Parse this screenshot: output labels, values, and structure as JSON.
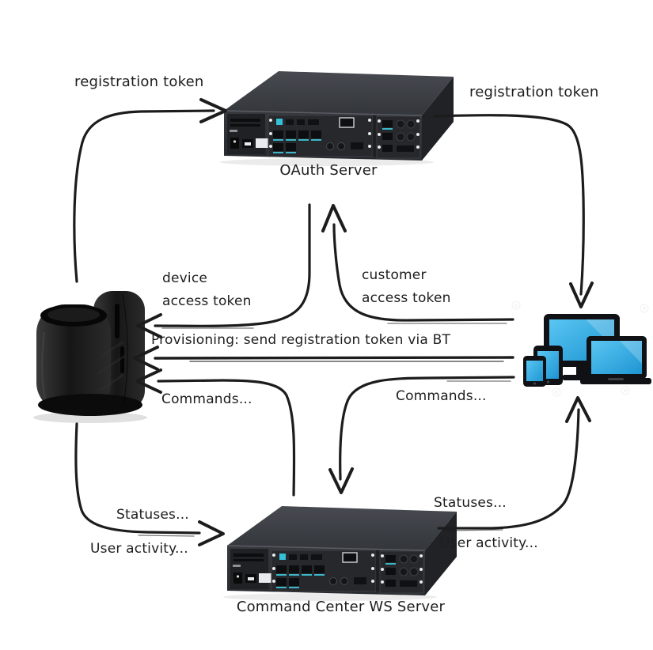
{
  "nodes": {
    "device": {
      "type": "handheld-device-dock"
    },
    "oauth_server": {
      "label": "OAuth Server",
      "type": "server"
    },
    "command_center": {
      "label": "Command Center WS Server",
      "type": "server"
    },
    "clients": {
      "type": "client-devices",
      "devices": [
        "desktop",
        "laptop",
        "tablet",
        "smartphone"
      ]
    }
  },
  "edges": {
    "device_to_oauth": {
      "from": "device",
      "to": "oauth_server",
      "label": "registration token"
    },
    "oauth_to_clients": {
      "from": "oauth_server",
      "to": "clients",
      "label": "registration token"
    },
    "oauth_to_device": {
      "from": "oauth_server",
      "to": "device",
      "label_line1": "device",
      "label_line2": "access token"
    },
    "clients_to_oauth": {
      "from": "clients",
      "to": "oauth_server",
      "label_line1": "customer",
      "label_line2": "access token"
    },
    "provisioning": {
      "from": "clients",
      "to": "device",
      "label": "Provisioning: send registration token via BT"
    },
    "center_to_device": {
      "from": "command_center",
      "to": "device",
      "label": "Commands..."
    },
    "clients_to_center": {
      "from": "clients",
      "to": "command_center",
      "label": "Commands..."
    },
    "device_to_center": {
      "from": "device",
      "to": "command_center",
      "label_line1": "Statuses...",
      "label_line2": "User activity..."
    },
    "center_to_clients": {
      "from": "command_center",
      "to": "clients",
      "label_line1": "Statuses...",
      "label_line2": "User activity..."
    }
  },
  "colors": {
    "background": "#ffffff",
    "line": "#1c1c1c",
    "text": "#1d1d1d",
    "screen_blue": "#2fa9e0",
    "server_accent_teal": "#3bb7c9"
  }
}
